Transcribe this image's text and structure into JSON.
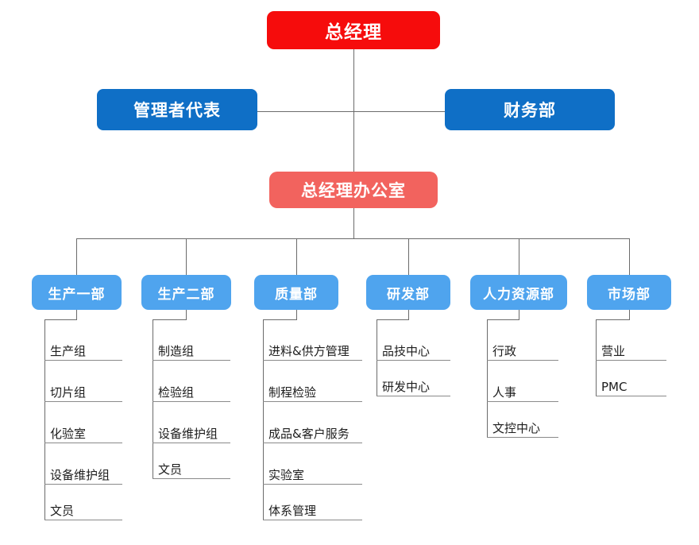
{
  "chart": {
    "type": "org-chart",
    "title": "",
    "colors": {
      "ceo": "#F60C0C",
      "level2": "#0F6FC6",
      "office": "#F2635E",
      "department": "#4FA4EE",
      "connector": "#6B6B6B",
      "leaf_rule": "#8A8A8A",
      "background": "#FFFFFF",
      "node_text": "#FFFFFF",
      "leaf_text": "#1D1D1D"
    },
    "root": {
      "label": "总经理"
    },
    "level2": [
      {
        "label": "管理者代表"
      },
      {
        "label": "财务部"
      }
    ],
    "office": {
      "label": "总经理办公室"
    },
    "departments": [
      {
        "label": "生产一部",
        "items": [
          "生产组",
          "切片组",
          "化验室",
          "设备维护组",
          "文员"
        ]
      },
      {
        "label": "生产二部",
        "items": [
          "制造组",
          "检验组",
          "设备维护组",
          "文员"
        ]
      },
      {
        "label": "质量部",
        "items": [
          "进料&供方管理",
          "制程检验",
          "成品&客户服务",
          "实验室",
          "体系管理"
        ]
      },
      {
        "label": "研发部",
        "items": [
          "品技中心",
          "研发中心"
        ]
      },
      {
        "label": "人力资源部",
        "items": [
          "行政",
          "人事",
          "文控中心"
        ]
      },
      {
        "label": "市场部",
        "items": [
          "营业",
          "PMC"
        ]
      }
    ]
  }
}
